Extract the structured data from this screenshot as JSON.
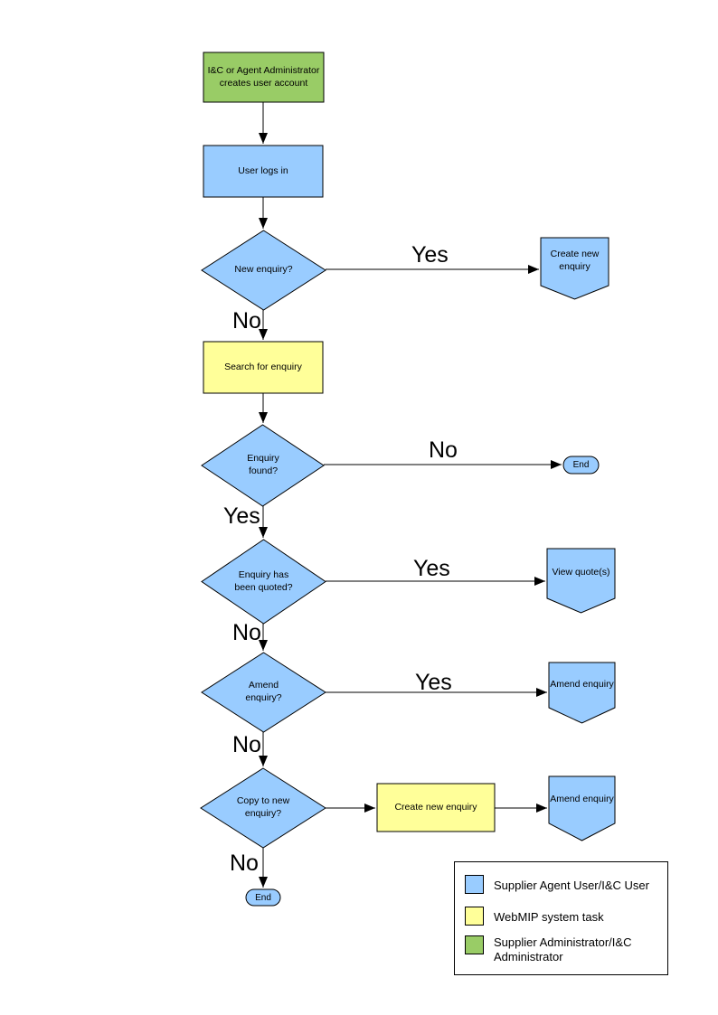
{
  "colors": {
    "actor_blue": "#99CCFF",
    "system_yellow": "#FFFF99",
    "admin_green": "#99CC66",
    "outline": "#000000"
  },
  "labels": {
    "yes": "Yes",
    "no": "No"
  },
  "nodes": {
    "admin_creates_account": "I&C or Agent Administrator creates user account",
    "user_logs_in": "User logs in",
    "new_enquiry_q": "New enquiry?",
    "create_new_enquiry": "Create new enquiry",
    "search_for_enquiry": "Search for enquiry",
    "enquiry_found_q": "Enquiry found?",
    "end_right": "End",
    "enquiry_quoted_q": "Enquiry has been quoted?",
    "view_quotes": "View quote(s)",
    "amend_enquiry_q": "Amend enquiry?",
    "amend_enquiry": "Amend enquiry",
    "copy_to_new_q": "Copy to new enquiry?",
    "create_new_enquiry_2": "Create new enquiry",
    "amend_enquiry_2": "Amend enquiry",
    "end_bottom": "End"
  },
  "legend": {
    "items": [
      {
        "label": "Supplier Agent User/I&C User",
        "color": "#99CCFF"
      },
      {
        "label": "WebMIP system task",
        "color": "#FFFF99"
      },
      {
        "label": "Supplier Administrator/I&C Administrator",
        "color": "#99CC66"
      }
    ]
  }
}
